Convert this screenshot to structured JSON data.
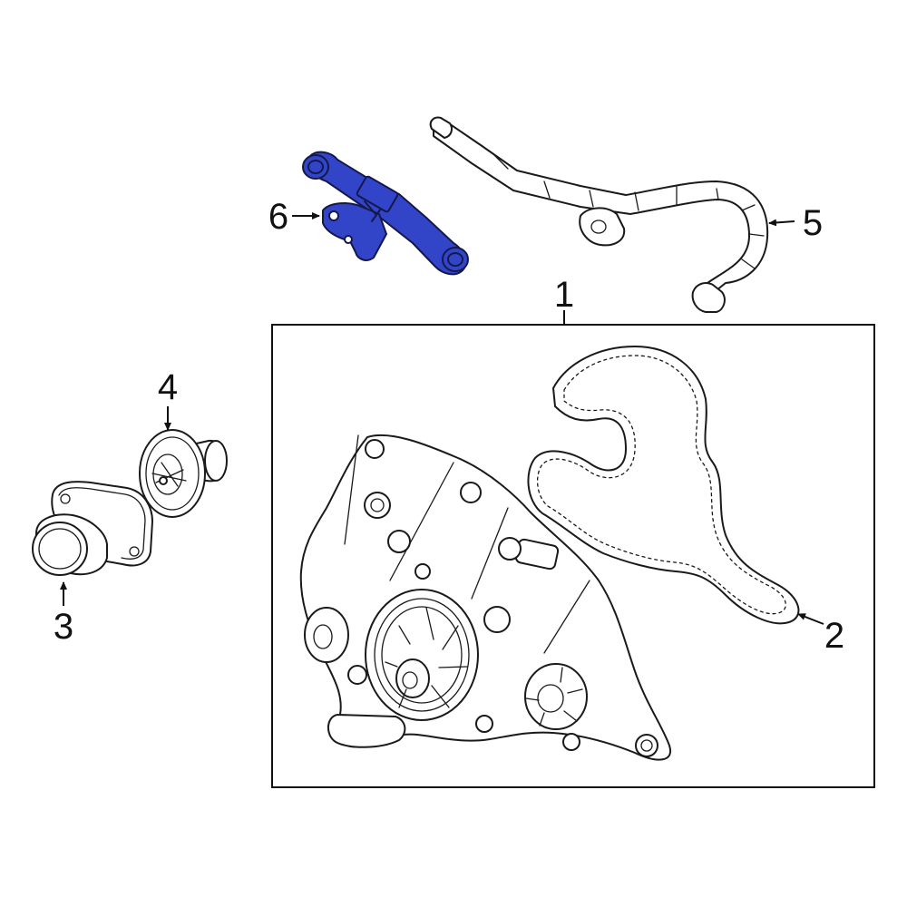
{
  "callouts": [
    {
      "id": "1",
      "label": "1"
    },
    {
      "id": "2",
      "label": "2"
    },
    {
      "id": "3",
      "label": "3"
    },
    {
      "id": "4",
      "label": "4"
    },
    {
      "id": "5",
      "label": "5"
    },
    {
      "id": "6",
      "label": "6"
    }
  ],
  "colors": {
    "highlight_fill": "#3245c8",
    "highlight_stroke": "#15184a",
    "line": "#1a1a1a",
    "background": "#ffffff"
  }
}
